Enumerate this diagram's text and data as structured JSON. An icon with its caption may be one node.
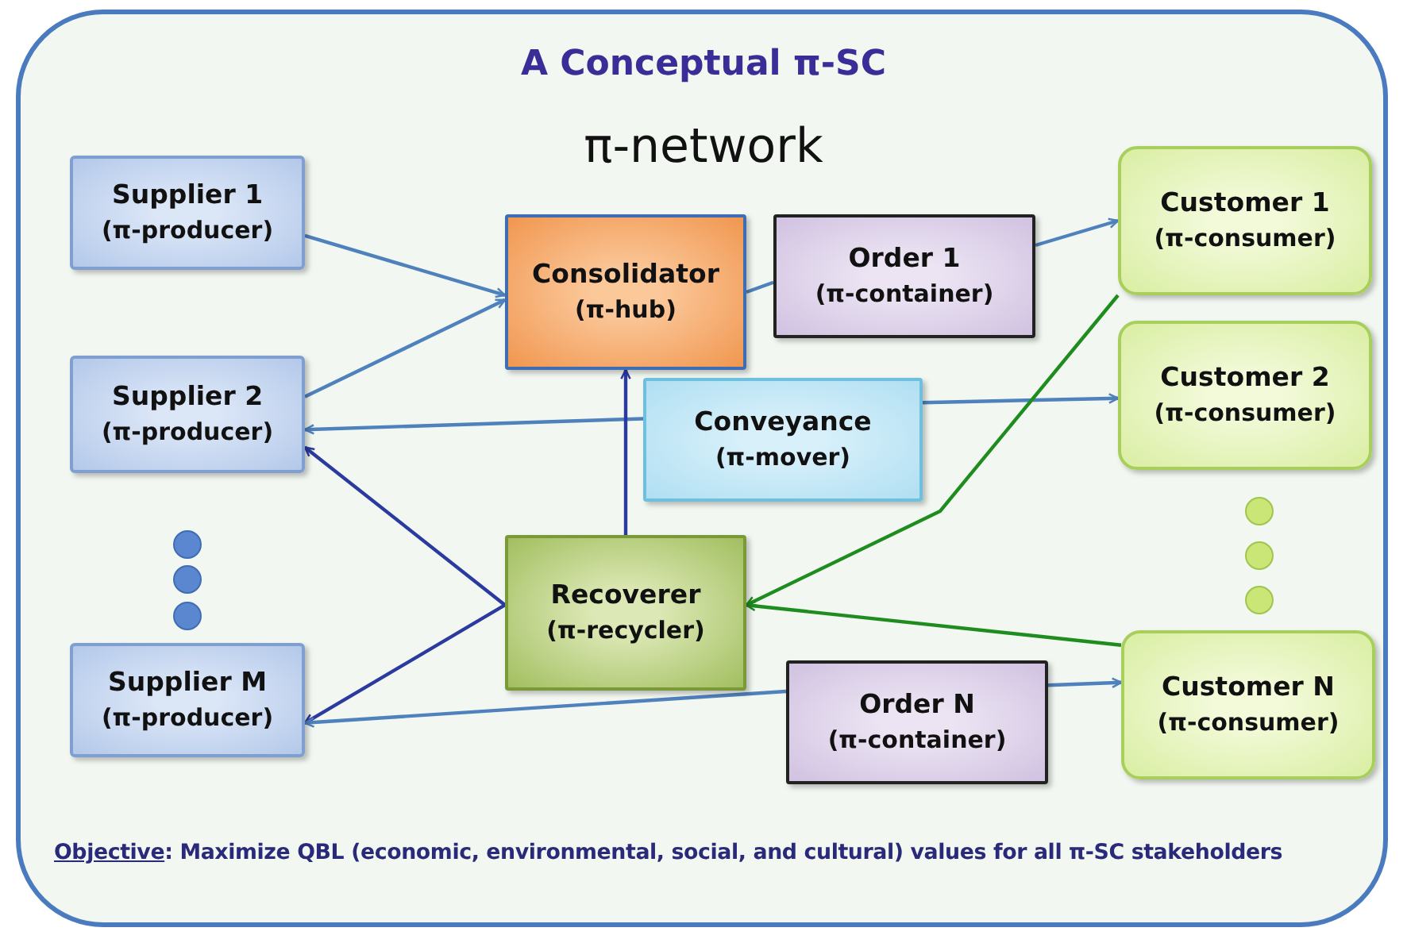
{
  "diagram": {
    "title": "A Conceptual π-SC",
    "nodes": [
      {
        "text": [
          "Supplier 1",
          "(π-producer)"
        ]
      },
      {
        "text": [
          "Supplier 2",
          "(π-producer)"
        ]
      },
      {
        "text": [
          "Supplier M",
          "(π-producer)"
        ]
      },
      {
        "text": [
          "Consolidator",
          "(π-hub)"
        ]
      },
      {
        "text": [
          "Order 1",
          "(π-container)"
        ]
      },
      {
        "text": [
          "Conveyance",
          "(π-mover)"
        ]
      },
      {
        "text": [
          "Recoverer",
          "(π-recycler)"
        ]
      },
      {
        "text": [
          "Order N",
          "(π-container)"
        ]
      },
      {
        "text": [
          "Customer 1",
          "(π-consumer)"
        ]
      },
      {
        "text": [
          "Customer 2",
          "(π-consumer)"
        ]
      },
      {
        "text": [
          "Customer N",
          "(π-consumer)"
        ]
      }
    ],
    "edges": [
      {
        "from": 0,
        "to": 3,
        "arrow": "to"
      },
      {
        "from": 1,
        "to": 3,
        "arrow": "to"
      },
      {
        "from": 3,
        "to": 4,
        "arrow": "none"
      },
      {
        "from": 4,
        "to": 8,
        "arrow": "to"
      },
      {
        "from": 5,
        "to": 1,
        "arrow": "to"
      },
      {
        "from": 5,
        "to": 9,
        "arrow": "to"
      },
      {
        "from": 6,
        "to": 1,
        "arrow": "to",
        "color": "#2b3a9f"
      },
      {
        "from": 6,
        "to": 2,
        "arrow": "to",
        "color": "#2b3a9f"
      },
      {
        "from": 6,
        "to": 3,
        "arrow": "to",
        "color": "#2b3a9f"
      },
      {
        "from": 8,
        "to": 6,
        "arrow": "to",
        "color": "#1e8c1e"
      },
      {
        "from": 10,
        "to": 6,
        "arrow": "to",
        "color": "#1e8c1e"
      },
      {
        "from": 7,
        "to": 2,
        "arrow": "to"
      },
      {
        "from": 7,
        "to": 10,
        "arrow": "to"
      }
    ],
    "labels": [
      "π-network",
      "**Objective**: Maximize QBL (economic, environmental, social, and cultural) values for all π-SC stakeholders"
    ]
  }
}
